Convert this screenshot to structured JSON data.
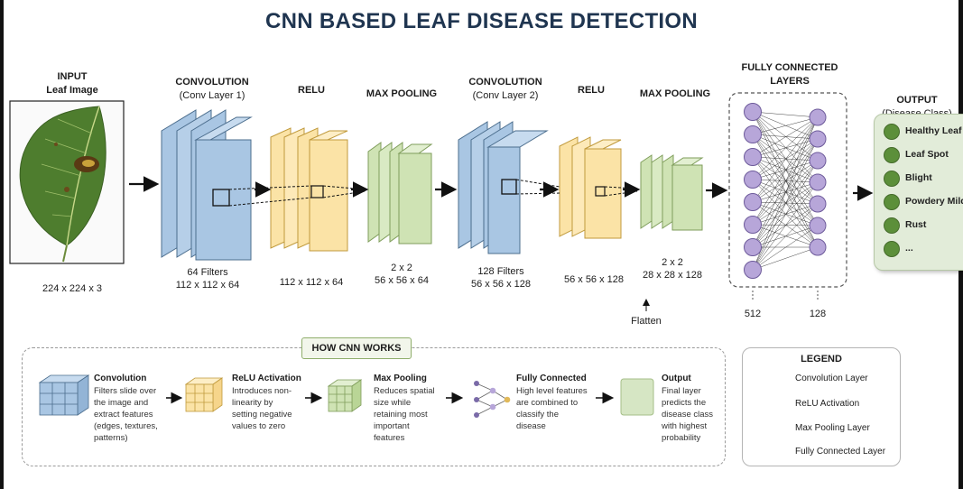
{
  "title": "CNN BASED LEAF DISEASE DETECTION",
  "stages": {
    "input": {
      "title": "INPUT",
      "subtitle": "Leaf Image",
      "dims": "224 x 224 x 3"
    },
    "conv1": {
      "title": "CONVOLUTION",
      "subtitle": "(Conv Layer 1)",
      "filters": "64 Filters",
      "dims": "112 x 112 x 64"
    },
    "relu1": {
      "title": "RELU",
      "dims": "112 x 112 x 64"
    },
    "pool1": {
      "title": "MAX POOLING",
      "size": "2 x 2",
      "dims": "56 x 56 x 64"
    },
    "conv2": {
      "title": "CONVOLUTION",
      "subtitle": "(Conv Layer 2)",
      "filters": "128 Filters",
      "dims": "56 x 56 x 128"
    },
    "relu2": {
      "title": "RELU",
      "dims": "56 x 56 x 128"
    },
    "pool2": {
      "title": "MAX POOLING",
      "size": "2 x 2",
      "dims": "28 x 28 x 128"
    },
    "flatten": "Flatten",
    "fc": {
      "title_line1": "FULLY CONNECTED",
      "title_line2": "LAYERS",
      "left_units": "512",
      "right_units": "128"
    },
    "output": {
      "title": "OUTPUT",
      "subtitle": "(Disease Class)",
      "classes": [
        "Healthy Leaf",
        "Leaf Spot",
        "Blight",
        "Powdery Mildew",
        "Rust",
        "..."
      ]
    }
  },
  "how_cnn_works": {
    "title": "HOW CNN WORKS",
    "steps": [
      {
        "name": "Convolution",
        "lines": [
          "Filters slide over",
          "the image and",
          "extract features",
          "(edges, textures,",
          "patterns)"
        ]
      },
      {
        "name": "ReLU Activation",
        "lines": [
          "Introduces non-",
          "linearity by",
          "setting negative",
          "values to zero"
        ]
      },
      {
        "name": "Max Pooling",
        "lines": [
          "Reduces spatial",
          "size while",
          "retaining most",
          "important",
          "features"
        ]
      },
      {
        "name": "Fully Connected",
        "lines": [
          "High level features",
          "are combined to",
          "classify the",
          "disease"
        ]
      },
      {
        "name": "Output",
        "lines": [
          "Final layer",
          "predicts the",
          "disease class",
          "with highest",
          "probability"
        ]
      }
    ]
  },
  "legend": {
    "title": "LEGEND",
    "items": [
      "Convolution Layer",
      "ReLU Activation",
      "Max Pooling Layer",
      "Fully Connected Layer"
    ]
  },
  "colors": {
    "conv": "#a9c6e3",
    "relu": "#fbe3a6",
    "pool": "#cfe3b4",
    "fc_node": "#b7a6d9",
    "output_dot": "#5c8f3a",
    "title": "#1f3550"
  }
}
